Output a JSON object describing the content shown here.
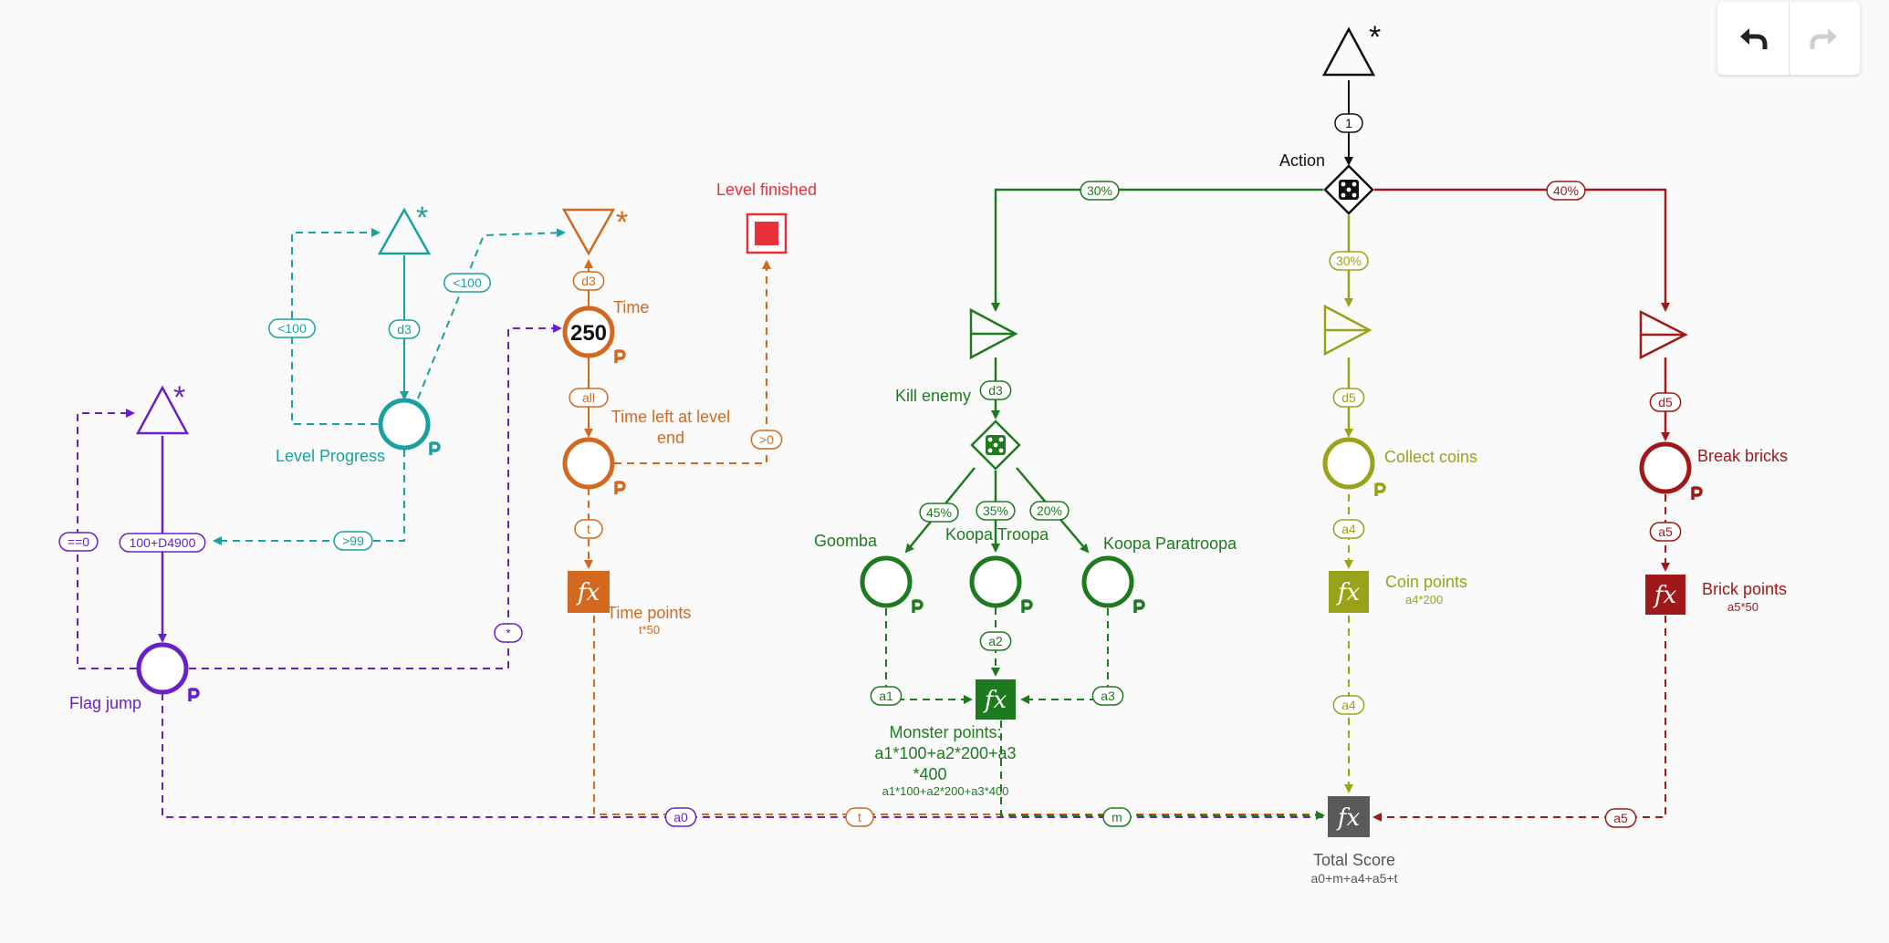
{
  "colors": {
    "purple": "#6a1fc9",
    "teal": "#1aa0a0",
    "orange": "#d2691e",
    "red": "#e8303a",
    "green": "#1e7a1e",
    "olive": "#9aa21a",
    "darkred": "#a01818",
    "black": "#111111",
    "gray": "#5a5a5a"
  },
  "toolbar": {
    "undo_icon": "undo-arrow-icon",
    "redo_icon": "redo-arrow-icon"
  },
  "labels": {
    "action": "Action",
    "level_finished": "Level finished",
    "time": "Time",
    "time_value": "250",
    "time_left_l1": "Time left at level",
    "time_left_l2": "end",
    "level_progress": "Level Progress",
    "flag_jump": "Flag jump",
    "time_points": "Time points",
    "time_points_formula": "t*50",
    "kill_enemy": "Kill enemy",
    "goomba": "Goomba",
    "koopa_troopa": "Koopa Troopa",
    "koopa_paratroopa": "Koopa Paratroopa",
    "monster_points_l1": "Monster points:",
    "monster_points_l2": "a1*100+a2*200+a3",
    "monster_points_l3": "*400",
    "monster_points_formula": "a1*100+a2*200+a3*400",
    "collect_coins": "Collect coins",
    "coin_points": "Coin points",
    "coin_points_formula": "a4*200",
    "break_bricks": "Break bricks",
    "brick_points": "Brick points",
    "brick_points_formula": "a5*50",
    "total_score": "Total Score",
    "total_score_formula": "a0+m+a4+a5+t",
    "fx": "fx",
    "star": "*"
  },
  "edge_labels": {
    "action_one": "1",
    "green_30": "30%",
    "red_40": "40%",
    "olive_30": "30%",
    "teal_d3": "d3",
    "teal_lt100_left": "<100",
    "teal_lt100_right": "<100",
    "teal_gt99": ">99",
    "time_d3": "d3",
    "time_all": "all",
    "time_gt0": ">0",
    "time_t": "t",
    "purple_eq0": "==0",
    "purple_range": "100+D4900",
    "purple_star": "*",
    "kill_d3": "d3",
    "goomba_45": "45%",
    "koopa_35": "35%",
    "para_20": "20%",
    "a1": "a1",
    "a2": "a2",
    "a3": "a3",
    "coins_d5": "d5",
    "coins_a4": "a4",
    "coins_a4_b": "a4",
    "bricks_d5": "d5",
    "bricks_a5": "a5",
    "bricks_a5_b": "a5",
    "bottom_a0": "a0",
    "bottom_t": "t",
    "bottom_m": "m"
  }
}
